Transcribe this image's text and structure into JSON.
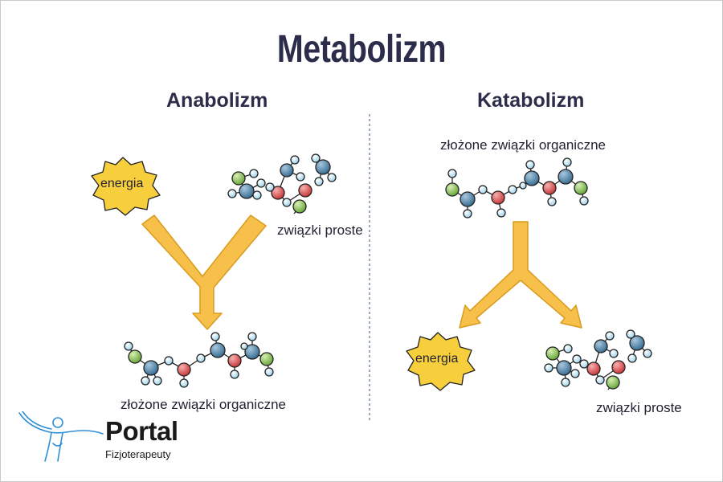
{
  "title": "Metabolizm",
  "anabolism": {
    "heading": "Anabolizm",
    "energy_label": "energia",
    "simple_label": "związki proste",
    "complex_label": "złożone związki organiczne"
  },
  "catabolism": {
    "heading": "Katabolizm",
    "complex_label": "złożone związki organiczne",
    "energy_label": "energia",
    "simple_label": "związki proste"
  },
  "brand": {
    "name": "Portal",
    "sub": "Fizjoterapeuty"
  },
  "colors": {
    "title": "#2b2d4a",
    "arrow_fill": "#f6c04a",
    "arrow_stroke": "#d99b1e",
    "energy_fill": "#f7cf3c",
    "atom_blue": "#3a6f94",
    "atom_light": "#bfe3f2",
    "atom_red": "#d84a4a",
    "atom_green": "#7db84a",
    "divider": "#7a8fa8"
  }
}
